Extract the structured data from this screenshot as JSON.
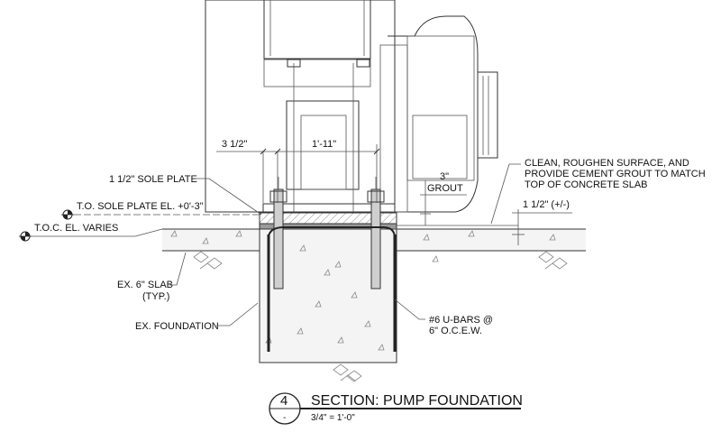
{
  "labels": {
    "grout_note_1": "CLEAN, ROUGHEN SURFACE, AND",
    "grout_note_2": "PROVIDE CEMENT GROUT TO MATCH",
    "grout_note_3": "TOP OF CONCRETE SLAB",
    "dim_3_5": "3 1/2\"",
    "dim_1_11": "1'-11\"",
    "dim_3": "3\"",
    "grout": "GROUT",
    "sole_plate": "1 1/2\" SOLE PLATE",
    "to_sole_plate": "T.O. SOLE PLATE EL. +0'-3\"",
    "toc_el": "T.O.C. EL. VARIES",
    "dim_1_5": "1 1/2\" (+/-)",
    "ex_slab_1": "EX. 6\" SLAB",
    "ex_slab_2": "(TYP.)",
    "ex_foundation": "EX. FOUNDATION",
    "ubars_1": "#6 U-BARS @",
    "ubars_2": "6\" O.C.E.W."
  },
  "title_block": {
    "number": "4",
    "sheet": "-",
    "title": "SECTION: PUMP FOUNDATION",
    "scale": "3/4\" = 1'-0\""
  },
  "colors": {
    "line": "#333333",
    "concrete": "#f4f4f4",
    "plate": "#9a9a9a"
  }
}
